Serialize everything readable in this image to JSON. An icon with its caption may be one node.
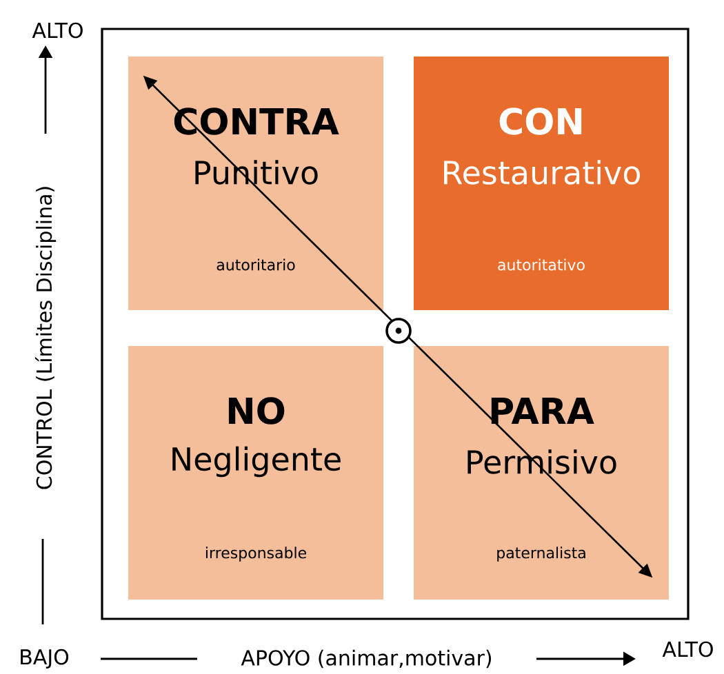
{
  "diagram": {
    "nodes": [
      {
        "text": [
          "CONTRA",
          "Punitivo",
          "autoritario"
        ]
      },
      {
        "text": [
          "CON",
          "Restaurativo",
          "autoritativo"
        ]
      },
      {
        "text": [
          "NO",
          "Negligente",
          "irresponsable"
        ]
      },
      {
        "text": [
          "PARA",
          "Permisivo",
          "paternalista"
        ]
      }
    ],
    "edges": [
      {
        "from": 0,
        "to": 3,
        "arrow": "both"
      }
    ],
    "labels": [
      "ALTO",
      "CONTROL (Límites Disciplina)",
      "BAJO",
      "APOYO (animar,motivar)",
      "ALTO"
    ]
  }
}
